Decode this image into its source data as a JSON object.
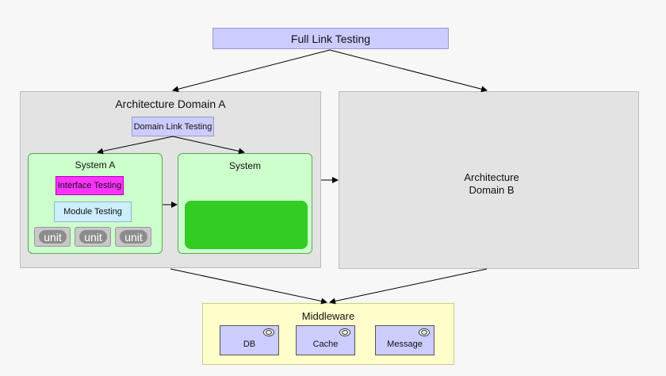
{
  "title": "Full Link Testing",
  "domain_a": {
    "title": "Architecture Domain A",
    "link_testing": "Domain Link Testing",
    "system_a": {
      "title": "System A",
      "interface_testing": "Interface Testing",
      "module_testing": "Module Testing",
      "units": [
        "unit",
        "unit",
        "unit"
      ]
    },
    "system_b": {
      "title": "System"
    }
  },
  "domain_b": {
    "title_line1": "Architecture",
    "title_line2": "Domain B"
  },
  "middleware": {
    "title": "Middleware",
    "components": [
      "DB",
      "Cache",
      "Message"
    ]
  },
  "colors": {
    "testing_box": "#ccccff",
    "system_fill": "#ccffcc",
    "interface_testing": "#ff33ff",
    "module_testing": "#cceeff",
    "green_block": "#33cc22",
    "middleware_fill": "#ffffcc"
  },
  "icons": [
    "component-icon"
  ]
}
